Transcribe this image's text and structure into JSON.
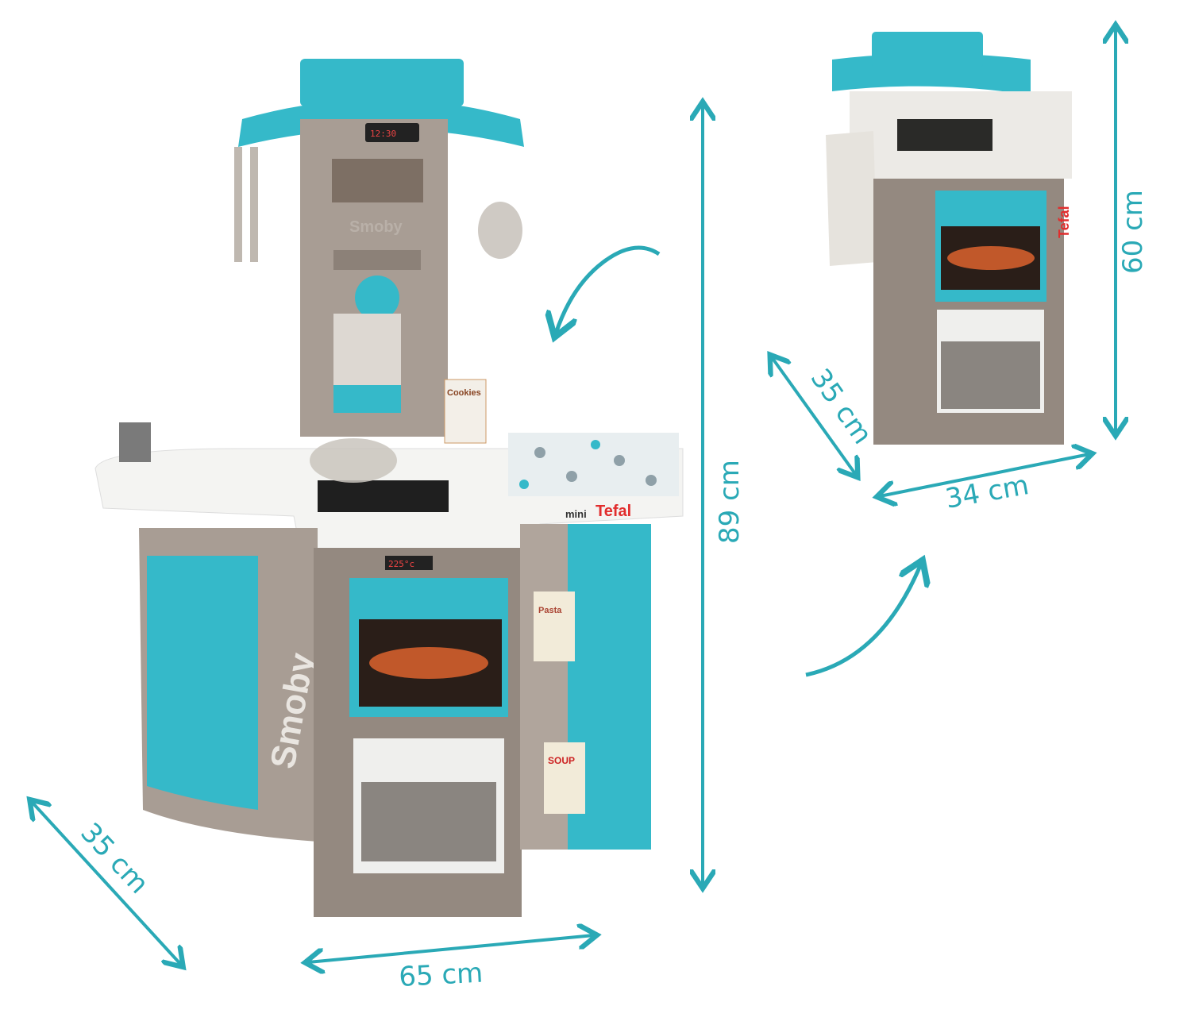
{
  "dimensions": {
    "large_height": "89 cm",
    "large_width": "65 cm",
    "large_depth": "35 cm",
    "folded_height": "60 cm",
    "folded_width": "34 cm",
    "folded_depth": "35 cm"
  },
  "labels": {
    "brand_smoby": "Smoby",
    "brand_tefal_prefix": "mini",
    "brand_tefal": "Tefal",
    "cookies_box": "Cookies",
    "pasta_box": "Pasta",
    "soup_box": "SOUP",
    "oven_temp": "225°c",
    "clock": "12:30"
  },
  "colors": {
    "teal": "#2fb5c6",
    "arrow": "#2aa9b6",
    "taupe": "#9a8f86",
    "white": "#f4f4f2"
  }
}
